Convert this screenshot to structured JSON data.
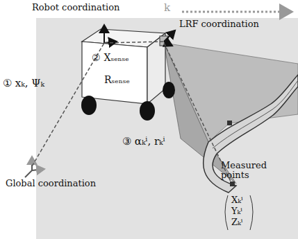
{
  "diagram": {
    "labels": [
      "k",
      "Robot coordination",
      "LRF coordination",
      "① xₖ, Ψₖ",
      "② Xₛₑₙₛₑ",
      "Rₛₑₙₛₑ",
      "③ αₖⁱ, rₖⁱ",
      "Measured points",
      "Xₖⁱ",
      "Yₖⁱ",
      "Zₖⁱ",
      "Global coordination"
    ]
  }
}
